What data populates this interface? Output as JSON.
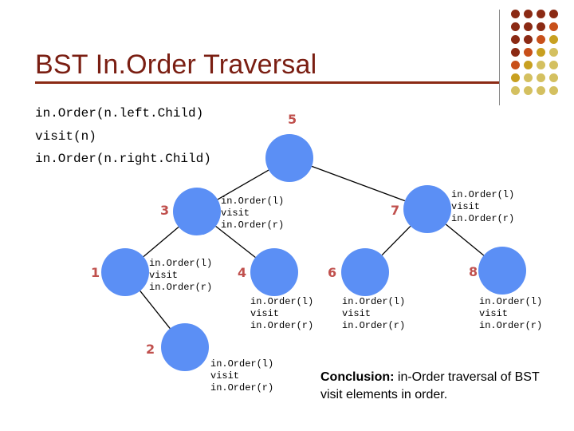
{
  "slide": {
    "title": "BST In.Order Traversal",
    "code_lines": [
      "in.Order(n.left.Child)",
      "visit(n)",
      "in.Order(n.right.Child)"
    ],
    "conclusion_bold": "Conclusion:",
    "conclusion_text": " in-Order traversal of BST visit elements in order.",
    "colors": {
      "title": "#7a1e12",
      "node_fill": "#5b8ff5",
      "node_number": "#c0504d",
      "edge": "#000000"
    }
  },
  "tree": {
    "nodes": [
      {
        "id": "5",
        "label": "5",
        "steps": []
      },
      {
        "id": "3",
        "label": "3",
        "steps": [
          "in.Order(l)",
          "visit",
          "in.Order(r)"
        ]
      },
      {
        "id": "7",
        "label": "7",
        "steps": [
          "in.Order(l)",
          "visit",
          "in.Order(r)"
        ]
      },
      {
        "id": "1",
        "label": "1",
        "steps": [
          "in.Order(l)",
          "visit",
          "in.Order(r)"
        ]
      },
      {
        "id": "4",
        "label": "4",
        "steps": [
          "in.Order(l)",
          "visit",
          "in.Order(r)"
        ]
      },
      {
        "id": "6",
        "label": "6",
        "steps": [
          "in.Order(l)",
          "visit",
          "in.Order(r)"
        ]
      },
      {
        "id": "8",
        "label": "8",
        "steps": [
          "in.Order(l)",
          "visit",
          "in.Order(r)"
        ]
      },
      {
        "id": "2",
        "label": "2",
        "steps": [
          "in.Order(l)",
          "visit",
          "in.Order(r)"
        ]
      }
    ],
    "edges": [
      [
        "5",
        "3"
      ],
      [
        "5",
        "7"
      ],
      [
        "3",
        "1"
      ],
      [
        "3",
        "4"
      ],
      [
        "7",
        "6"
      ],
      [
        "7",
        "8"
      ],
      [
        "1",
        "2"
      ]
    ]
  }
}
